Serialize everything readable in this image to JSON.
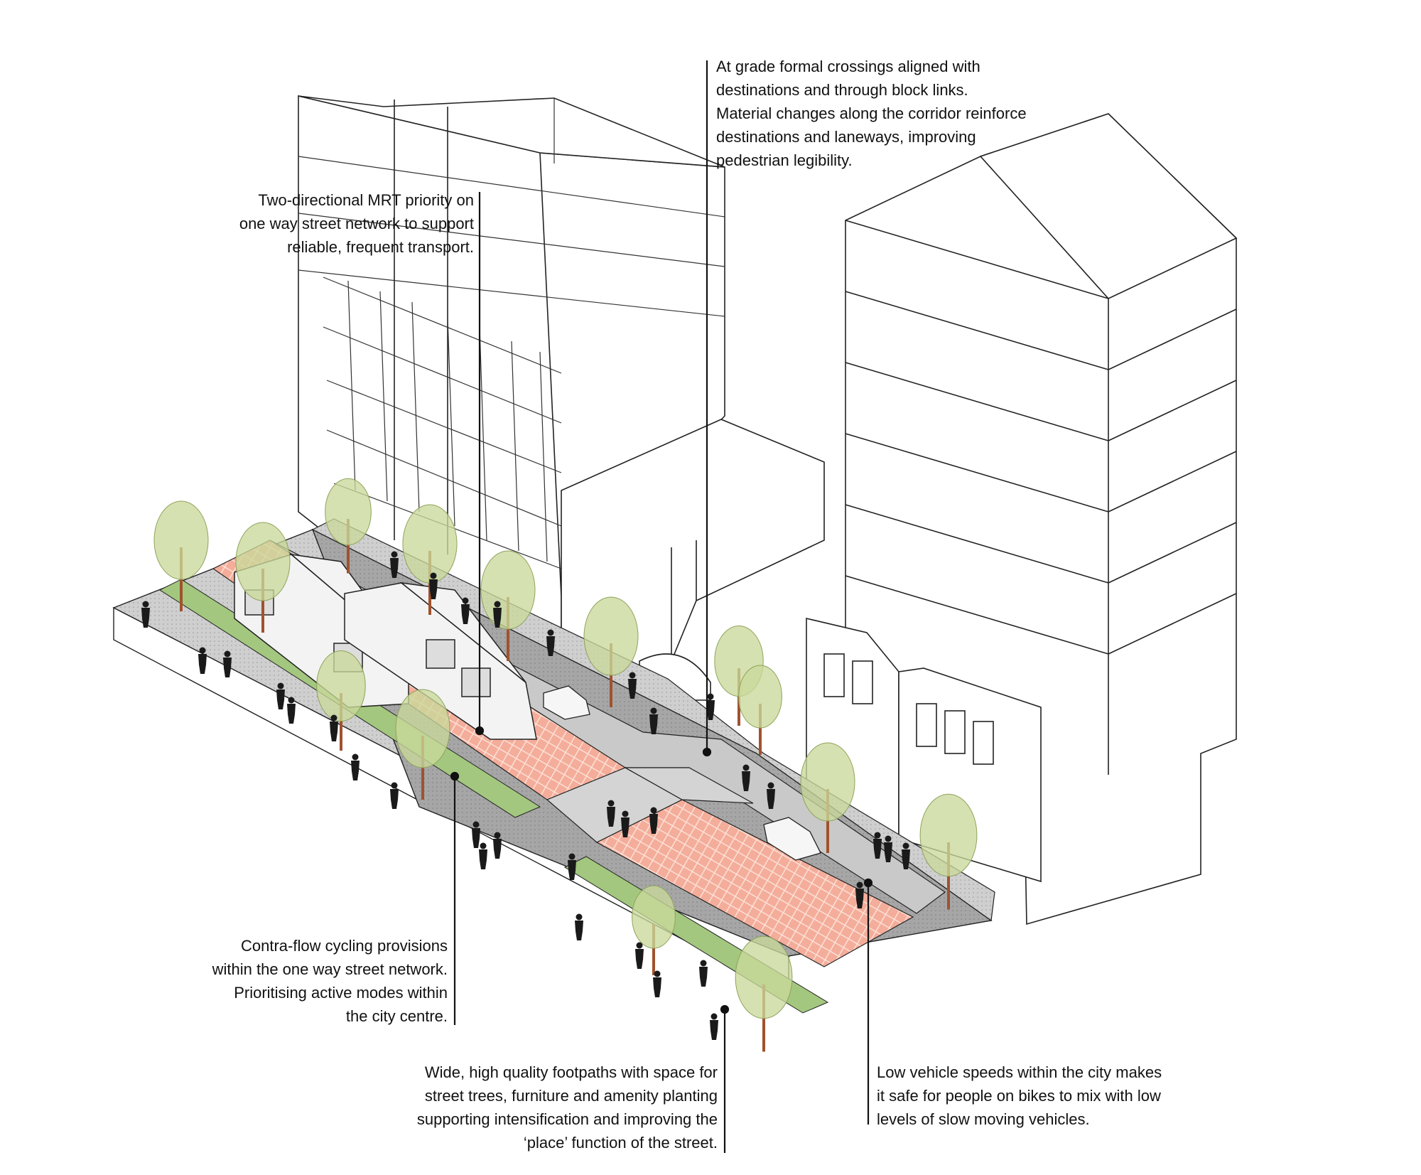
{
  "annotations": {
    "crossings": {
      "lines": [
        "At grade formal crossings aligned with",
        "destinations and through block links.",
        "Material changes along the corridor reinforce",
        "destinations and laneways, improving",
        "pedestrian legibility."
      ]
    },
    "mrt": {
      "lines": [
        "Two-directional MRT priority on",
        "one way street network to support",
        "reliable, frequent transport."
      ]
    },
    "cycling": {
      "lines": [
        "Contra-flow cycling provisions",
        "within the one way street network.",
        "Prioritising active modes within",
        "the city centre."
      ]
    },
    "footpaths": {
      "lines": [
        "Wide, high quality footpaths with space for",
        "street trees, furniture and amenity planting",
        "supporting intensification and improving the",
        "‘place’ function of the street."
      ]
    },
    "speeds": {
      "lines": [
        "Low vehicle speeds within the city makes",
        "it safe for people on bikes to mix with low",
        "levels of slow moving vehicles."
      ]
    }
  },
  "colors": {
    "tram_lane": "#f6b6a4",
    "cycle_lane": "#a3c77f",
    "footpath": "#cfcfcf",
    "road": "#a9a9a9",
    "tree_canopy": "#c9d99a",
    "tree_trunk": "#a0522d",
    "building": "#ffffff",
    "line": "#111111"
  }
}
